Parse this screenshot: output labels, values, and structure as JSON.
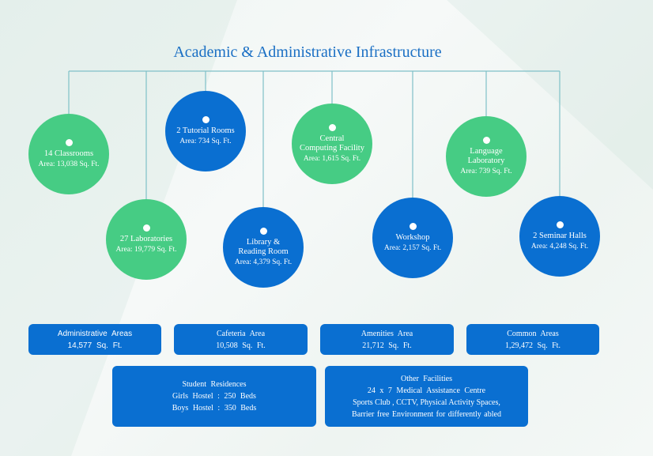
{
  "title": "Academic & Administrative Infrastructure",
  "colors": {
    "green": "#46cc84",
    "blue": "#0a6fd1",
    "title": "#1a6fc4",
    "line": "#7fc0c8"
  },
  "facilities": [
    {
      "name": "14 Classrooms",
      "area": "Area: 13,038 Sq. Ft.",
      "color": "green"
    },
    {
      "name": "27 Laboratories",
      "area": "Area: 19,779 Sq. Ft.",
      "color": "green"
    },
    {
      "name": "2 Tutorial Rooms",
      "area": "Area: 734 Sq. Ft.",
      "color": "blue"
    },
    {
      "name": "Library &",
      "name2": "Reading Room",
      "area": "Area: 4,379 Sq. Ft.",
      "color": "blue"
    },
    {
      "name": "Central",
      "name2": "Computing Facility",
      "area": "Area: 1,615 Sq. Ft.",
      "color": "green"
    },
    {
      "name": "Workshop",
      "area": "Area: 2,157 Sq. Ft.",
      "color": "blue"
    },
    {
      "name": "Language",
      "name2": "Laboratory",
      "area": "Area: 739 Sq. Ft.",
      "color": "green"
    },
    {
      "name": "2 Seminar Halls",
      "area": "Area: 4,248 Sq. Ft.",
      "color": "blue"
    }
  ],
  "areas": [
    {
      "label": "Administrative Areas",
      "value": "14,577 Sq. Ft."
    },
    {
      "label": "Cafeteria Area",
      "value": "10,508 Sq. Ft."
    },
    {
      "label": "Amenities Area",
      "value": "21,712 Sq. Ft."
    },
    {
      "label": "Common Areas",
      "value": "1,29,472 Sq. Ft."
    }
  ],
  "residences": {
    "title": "Student Residences",
    "girls": "Girls Hostel : 250 Beds",
    "boys": "Boys Hostel : 350 Beds"
  },
  "other": {
    "title": "Other Facilities",
    "line1": "24 x 7 Medical Assistance Centre",
    "line2": "Sports Club , CCTV, Physical Activity Spaces,",
    "line3": "Barrier free Environment for differently abled"
  }
}
